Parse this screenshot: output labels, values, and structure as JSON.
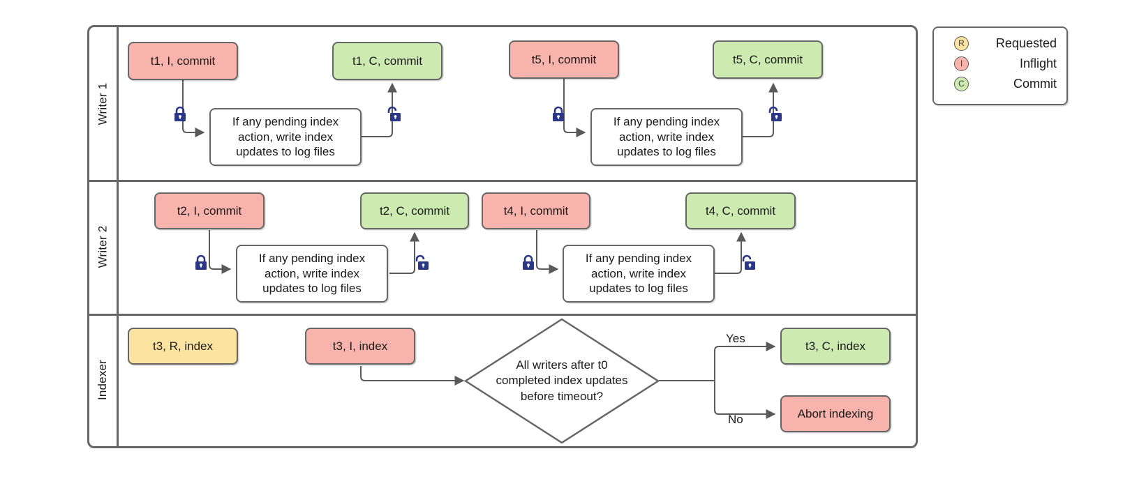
{
  "diagram": {
    "title": "Writer/Indexer concurrency swimlane diagram",
    "colors": {
      "inflight_red": "#F8B4AC",
      "commit_green": "#CDEBB0",
      "requested_yellow": "#FCE3A0",
      "stroke_gray": "#666666",
      "lock_navy": "#2A3786"
    }
  },
  "lanes": [
    {
      "id": "writer1",
      "label": "Writer 1"
    },
    {
      "id": "writer2",
      "label": "Writer 2"
    },
    {
      "id": "indexer",
      "label": "Indexer"
    }
  ],
  "writer1": {
    "nodes": [
      {
        "id": "t1-inflight",
        "label": "t1, I, commit",
        "state": "inflight"
      },
      {
        "id": "t1-process",
        "label": "If any pending index action, write index updates to log files",
        "state": "process"
      },
      {
        "id": "t1-commit",
        "label": "t1, C, commit",
        "state": "commit"
      },
      {
        "id": "t5-inflight",
        "label": "t5, I, commit",
        "state": "inflight"
      },
      {
        "id": "t5-process",
        "label": "If any pending index action, write index updates to log files",
        "state": "process"
      },
      {
        "id": "t5-commit",
        "label": "t5, C, commit",
        "state": "commit"
      }
    ],
    "locks": [
      {
        "id": "t1-lock-acquire",
        "type": "locked"
      },
      {
        "id": "t1-lock-release",
        "type": "unlocked"
      },
      {
        "id": "t5-lock-acquire",
        "type": "locked"
      },
      {
        "id": "t5-lock-release",
        "type": "unlocked"
      }
    ]
  },
  "writer2": {
    "nodes": [
      {
        "id": "t2-inflight",
        "label": "t2, I, commit",
        "state": "inflight"
      },
      {
        "id": "t2-process",
        "label": "If any pending index action, write index updates to log files",
        "state": "process"
      },
      {
        "id": "t2-commit",
        "label": "t2, C, commit",
        "state": "commit"
      },
      {
        "id": "t4-inflight",
        "label": "t4, I, commit",
        "state": "inflight"
      },
      {
        "id": "t4-process",
        "label": "If any pending index action, write index updates to log files",
        "state": "process"
      },
      {
        "id": "t4-commit",
        "label": "t4, C, commit",
        "state": "commit"
      }
    ],
    "locks": [
      {
        "id": "t2-lock-acquire",
        "type": "locked"
      },
      {
        "id": "t2-lock-release",
        "type": "unlocked"
      },
      {
        "id": "t4-lock-acquire",
        "type": "locked"
      },
      {
        "id": "t4-lock-release",
        "type": "unlocked"
      }
    ]
  },
  "indexer": {
    "nodes": [
      {
        "id": "t3-requested",
        "label": "t3, R, index",
        "state": "requested"
      },
      {
        "id": "t3-inflight",
        "label": "t3, I, index",
        "state": "inflight"
      },
      {
        "id": "t3-commit",
        "label": "t3, C, index",
        "state": "commit"
      },
      {
        "id": "abort",
        "label": "Abort indexing",
        "state": "inflight"
      }
    ],
    "decision": {
      "id": "timeout-decision",
      "line1": "All writers after t0",
      "line2": "completed index updates",
      "line3": "before timeout?"
    },
    "branches": [
      {
        "id": "yes-branch",
        "label": "Yes"
      },
      {
        "id": "no-branch",
        "label": "No"
      }
    ]
  },
  "legend": {
    "items": [
      {
        "badge": "R",
        "label": "Requested",
        "color": "#FCE3A0"
      },
      {
        "badge": "I",
        "label": "Inflight",
        "color": "#F8B4AC"
      },
      {
        "badge": "C",
        "label": "Commit",
        "color": "#CDEBB0"
      }
    ]
  },
  "process_text": {
    "line1": "If any pending index",
    "line2": "action, write index",
    "line3": "updates to log files"
  }
}
